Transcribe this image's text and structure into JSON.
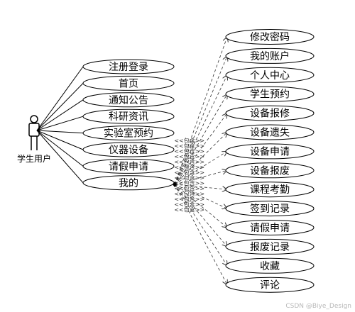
{
  "actor": {
    "label": "学生用户"
  },
  "left_use_cases": [
    "注册登录",
    "首页",
    "通知公告",
    "科研资讯",
    "实验室预约",
    "仪器设备",
    "请假申请",
    "我的"
  ],
  "right_use_cases": [
    "修改密码",
    "我的账户",
    "个人中心",
    "学生预约",
    "设备报修",
    "设备遗失",
    "设备申请",
    "设备报废",
    "课程考勤",
    "签到记录",
    "请假申请",
    "报废记录",
    "收藏",
    "评论"
  ],
  "include_label": "<<包含>>",
  "watermark": "CSDN @Biye_Design"
}
